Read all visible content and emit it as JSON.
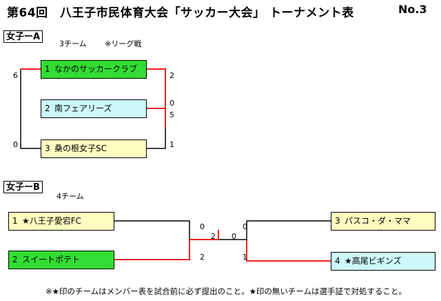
{
  "title": "第64回　八王子市民体育大会「サッカー大会」 トーナメント表",
  "page_no": "No.3",
  "group_a": {
    "label": "女子ーA",
    "team_count": "3チーム",
    "format": "※リーグ戦",
    "teams": [
      {
        "num": "1",
        "name": "なかのサッカークラブ",
        "color": "#33dd33"
      },
      {
        "num": "2",
        "name": "南フェアリーズ",
        "color": "#ccf8fb"
      },
      {
        "num": "3",
        "name": "桑の根女子SC",
        "color": "#fffcc0"
      }
    ],
    "scores": {
      "team1_vs_team3_left": "6",
      "team3_vs_team1_left": "0",
      "team1_vs_team2_right": "2",
      "team2_vs_team1_right": "0",
      "team2_vs_team3_right": "5",
      "team3_vs_team2_right": "1"
    }
  },
  "group_b": {
    "label": "女子ーB",
    "team_count": "4チーム",
    "teams": [
      {
        "num": "1",
        "name": "★八王子愛宕FC",
        "color": "#fffcc0"
      },
      {
        "num": "2",
        "name": "スイートポテト",
        "color": "#33dd33"
      },
      {
        "num": "3",
        "name": "パスコ・ダ・ママ",
        "color": "#fffcc0"
      },
      {
        "num": "4",
        "name": "★高尾ビギンズ",
        "color": "#ccf8fb"
      }
    ],
    "scores": {
      "team1": "0",
      "team2": "2",
      "team3": "0",
      "team4": "1",
      "final_left": "2",
      "final_right": "0"
    }
  },
  "footer_note": "※★印のチームはメンバー表を試合前に必ず提出のこと。★印の無いチームは選手証で対処すること。",
  "colors": {
    "winner_line": "#ee2222",
    "line": "#000000"
  }
}
